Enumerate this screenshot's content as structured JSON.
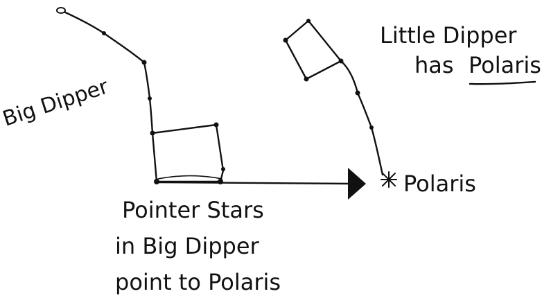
{
  "labels": {
    "big_dipper": "Big Dipper",
    "little_dipper_line1": "Little Dipper",
    "little_dipper_line2_prefix": "has",
    "little_dipper_line2_emph": "Polaris",
    "polaris": "Polaris",
    "caption_line1": "Pointer Stars",
    "caption_line2": "in Big Dipper",
    "caption_line3": "point to Polaris"
  },
  "colors": {
    "ink": "#111111",
    "background": "#ffffff"
  },
  "icons": {
    "polaris_marker": "asterisk-star-icon",
    "pointer_arrow": "arrowhead-icon"
  }
}
